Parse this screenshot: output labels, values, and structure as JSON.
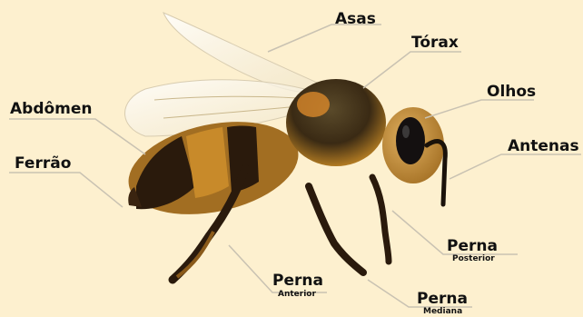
{
  "labels": {
    "asas": "Asas",
    "torax": "Tórax",
    "olhos": "Olhos",
    "abdomen": "Abdômen",
    "antenas": "Antenas",
    "ferrao": "Ferrão",
    "perna_posterior": "Perna",
    "perna_posterior_sub": "Posterior",
    "perna_anterior": "Perna",
    "perna_anterior_sub": "Anterior",
    "perna_mediana": "Perna",
    "perna_mediana_sub": "Mediana"
  },
  "colors": {
    "background": "#fdf0cf",
    "leader_line": "#c9c2b2",
    "label_text": "#111111"
  }
}
